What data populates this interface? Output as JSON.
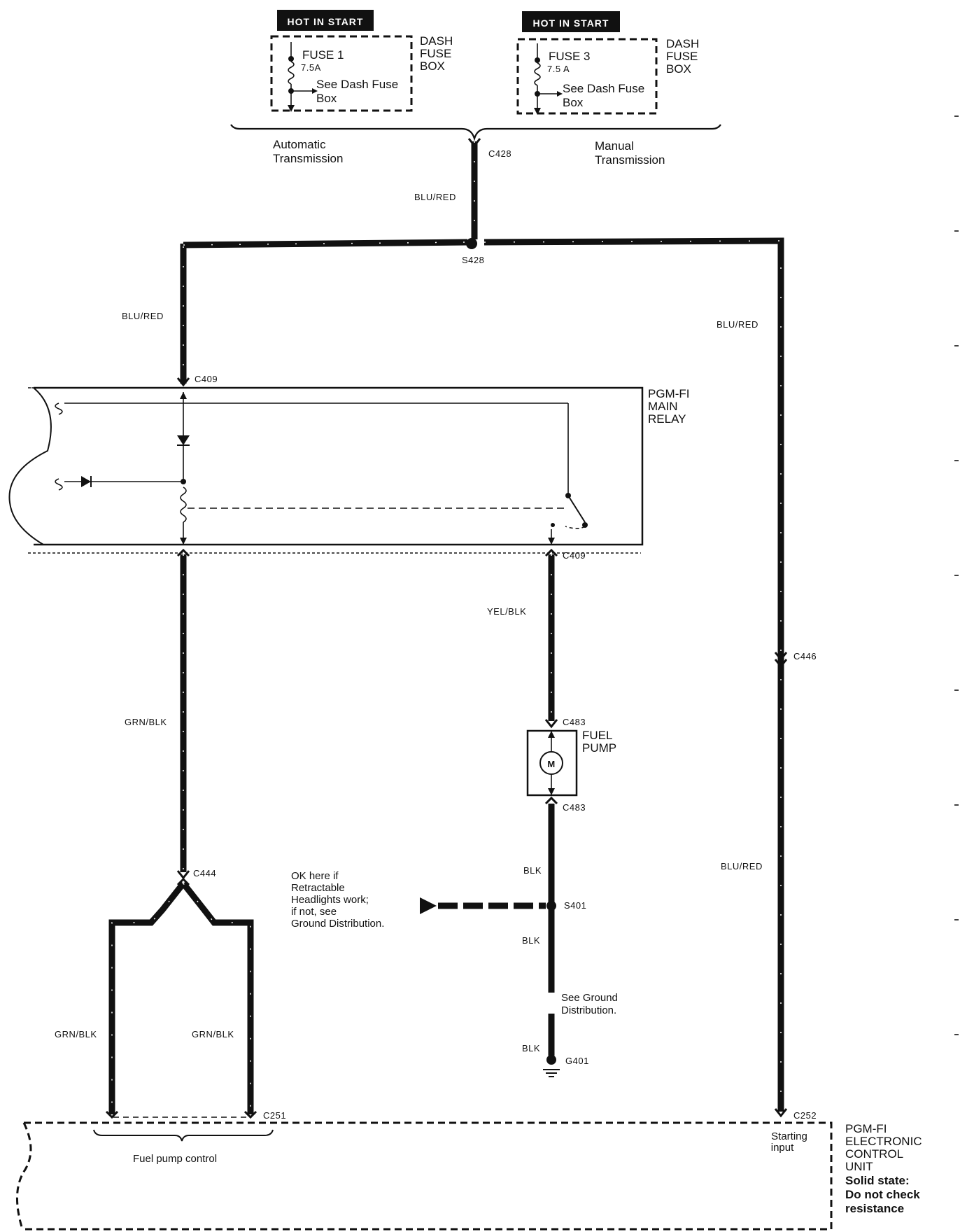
{
  "fuse_boxes": [
    {
      "hot_label": "HOT IN START",
      "fuse_name": "FUSE 1",
      "rating": "7.5A",
      "see_ref_line1": "See Dash Fuse",
      "see_ref_line2": "Box",
      "box_label": [
        "DASH",
        "FUSE",
        "BOX"
      ]
    },
    {
      "hot_label": "HOT IN START",
      "fuse_name": "FUSE 3",
      "rating": "7.5 A",
      "see_ref_line1": "See Dash Fuse",
      "see_ref_line2": "Box",
      "box_label": [
        "DASH",
        "FUSE",
        "BOX"
      ]
    }
  ],
  "transmission": {
    "automatic": [
      "Automatic",
      "Transmission"
    ],
    "manual": [
      "Manual",
      "Transmission"
    ]
  },
  "connectors": {
    "c428": "C428",
    "s428": "S428",
    "c409_top": "C409",
    "c409_bottom": "C409",
    "c446": "C446",
    "c483_top": "C483",
    "c483_bottom": "C483",
    "s401": "S401",
    "g401": "G401",
    "c444": "C444",
    "c251": "C251",
    "c252": "C252"
  },
  "wire_colors": {
    "blu_red_top": "BLU/RED",
    "blu_red_left": "BLU/RED",
    "blu_red_right_upper": "BLU/RED",
    "blu_red_right_lower": "BLU/RED",
    "yel_blk": "YEL/BLK",
    "grn_blk_main": "GRN/BLK",
    "grn_blk_left": "GRN/BLK",
    "grn_blk_right": "GRN/BLK",
    "blk_1": "BLK",
    "blk_2": "BLK",
    "blk_3": "BLK"
  },
  "components": {
    "main_relay": [
      "PGM-FI",
      "MAIN",
      "RELAY"
    ],
    "fuel_pump": [
      "FUEL",
      "PUMP"
    ],
    "motor_symbol": "M",
    "ecu": [
      "PGM-FI",
      "ELECTRONIC",
      "CONTROL",
      "UNIT"
    ],
    "ecu_note": [
      "Solid state:",
      "Do not check",
      "resistance"
    ],
    "fuel_pump_control": "Fuel pump control",
    "starting_input": [
      "Starting",
      "input"
    ]
  },
  "notes": {
    "ground_check": [
      "OK here if",
      "Retractable",
      "Headlights work;",
      "if not, see",
      "Ground Distribution."
    ],
    "see_ground": [
      "See Ground",
      "Distribution."
    ]
  },
  "colors": {
    "ink": "#111111",
    "paper": "#ffffff"
  }
}
